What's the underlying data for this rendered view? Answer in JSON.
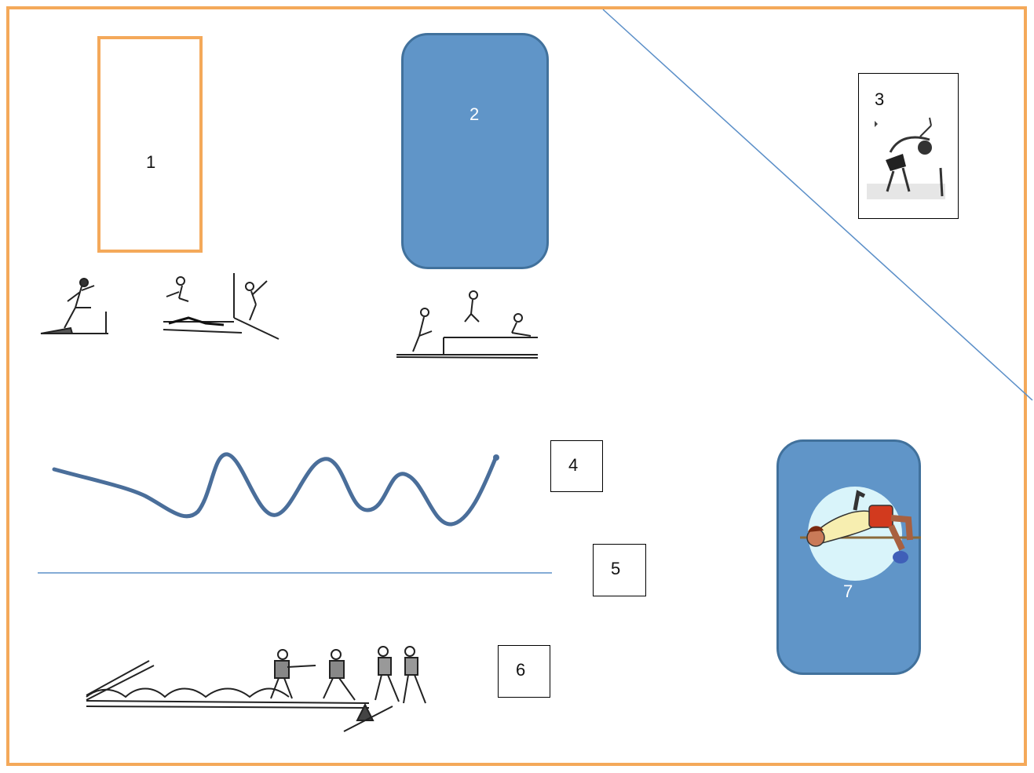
{
  "diagram": {
    "zones": [
      {
        "id": "1",
        "label": "1"
      },
      {
        "id": "2",
        "label": "2"
      },
      {
        "id": "3",
        "label": "3"
      },
      {
        "id": "4",
        "label": "4"
      },
      {
        "id": "5",
        "label": "5"
      },
      {
        "id": "6",
        "label": "6"
      },
      {
        "id": "7",
        "label": "7"
      }
    ],
    "colors": {
      "frame_border": "#F4A95A",
      "zone_fill": "#6095C8",
      "zone_border": "#41719C",
      "line": "#5B8FC8",
      "wave": "#4A6E9A"
    },
    "illustrations": [
      "sprinter-start-figure",
      "jumper-landing-figure",
      "long-jump-sequence-figure",
      "crouching-jumper-figure",
      "relay-handoff-figure",
      "high-jump-athlete-figure"
    ]
  }
}
